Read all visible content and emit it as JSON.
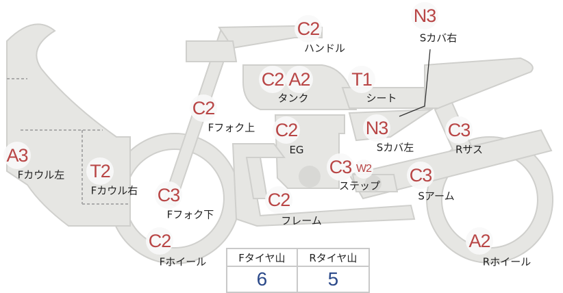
{
  "parts": [
    {
      "id": "handle",
      "grade": "C2",
      "label": "ハンドル"
    },
    {
      "id": "s-cover-right",
      "grade": "N3",
      "label": "Sカバ右"
    },
    {
      "id": "tank",
      "grades": [
        "C2",
        "A2"
      ],
      "label": "タンク"
    },
    {
      "id": "seat",
      "grade": "T1",
      "label": "シート"
    },
    {
      "id": "f-fork-upper",
      "grade": "C2",
      "label": "Fフォク上"
    },
    {
      "id": "engine",
      "grade": "C2",
      "label": "EG"
    },
    {
      "id": "s-cover-left",
      "grade": "N3",
      "label": "Sカバ左"
    },
    {
      "id": "r-suspension",
      "grade": "C3",
      "label": "Rサス"
    },
    {
      "id": "f-cowl-left",
      "grade": "A3",
      "label": "Fカウル左"
    },
    {
      "id": "f-cowl-right",
      "grade": "T2",
      "label": "Fカウル右"
    },
    {
      "id": "step",
      "grades": [
        "C3",
        "W2"
      ],
      "label": "ステップ"
    },
    {
      "id": "swing-arm",
      "grade": "C3",
      "label": "Sアーム"
    },
    {
      "id": "f-fork-lower",
      "grade": "C3",
      "label": "Fフォク下"
    },
    {
      "id": "frame",
      "grade": "C2",
      "label": "フレーム"
    },
    {
      "id": "f-wheel",
      "grade": "C2",
      "label": "Fホイール"
    },
    {
      "id": "r-wheel",
      "grade": "A2",
      "label": "Rホイール"
    }
  ],
  "tire_table": {
    "headers": [
      "Fタイヤ山",
      "Rタイヤ山"
    ],
    "values": [
      "6",
      "5"
    ]
  },
  "colors": {
    "grade_text": "#b84545",
    "tire_value": "#2c4a8a",
    "part_fill": "#e6e6e3",
    "part_stroke": "#cfcfcc"
  }
}
